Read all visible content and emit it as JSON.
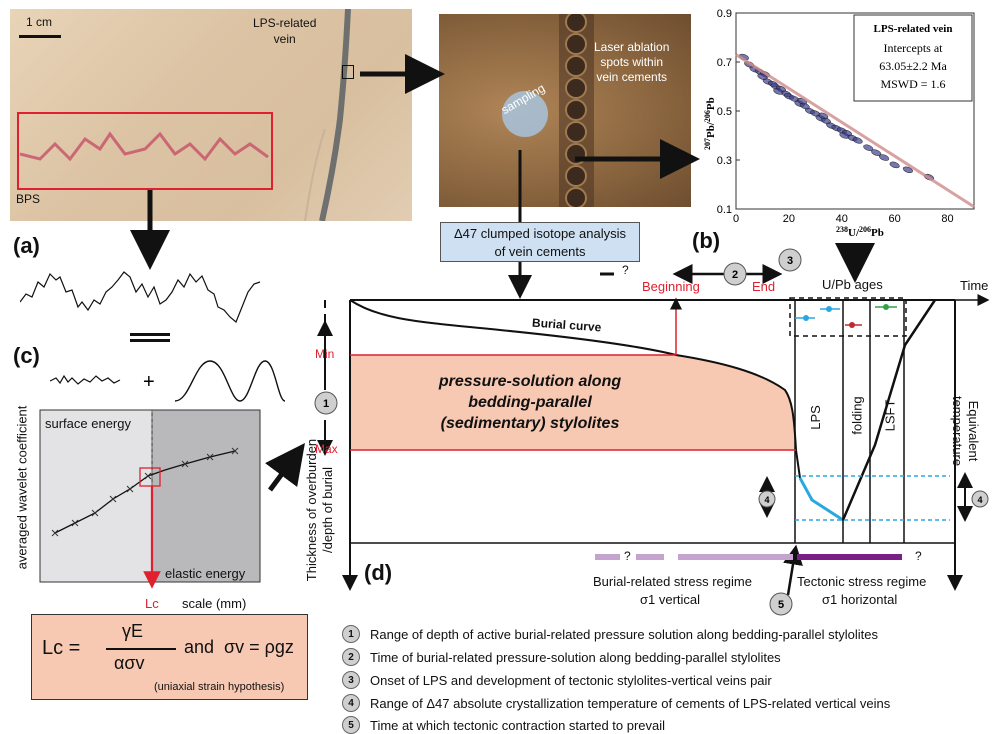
{
  "photos": {
    "hand_sample": {
      "scale_label": "1 cm",
      "vein_label": "LPS-related\nvein",
      "bps_label": "BPS"
    },
    "thin_section": {
      "spots_label": "Laser ablation\nspots within\nvein cements",
      "sampling_label": "sampling"
    }
  },
  "panel_labels": {
    "a": "(a)",
    "b": "(b)",
    "c": "(c)",
    "d": "(d)"
  },
  "upb_plot": {
    "title": "LPS-related vein",
    "line1": "Intercepts at",
    "line2": "63.05±2.2 Ma",
    "line3": "MSWD = 1.6",
    "ylabel": "207Pb/206Pb",
    "xlabel": "238U/206Pb",
    "yticks": [
      "0.9",
      "0.7",
      "0.5",
      "0.3",
      "0.1"
    ],
    "xticks": [
      "0",
      "20",
      "40",
      "60",
      "80"
    ],
    "intercept_y": 0.73,
    "slope_per_unit": -0.0069,
    "points": [
      [
        3,
        0.72
      ],
      [
        5,
        0.69
      ],
      [
        7,
        0.67
      ],
      [
        9,
        0.66
      ],
      [
        11,
        0.65
      ],
      [
        12,
        0.62
      ],
      [
        14,
        0.61
      ],
      [
        15,
        0.6
      ],
      [
        17,
        0.59
      ],
      [
        19,
        0.57
      ],
      [
        20,
        0.56
      ],
      [
        22,
        0.55
      ],
      [
        24,
        0.53
      ],
      [
        26,
        0.52
      ],
      [
        28,
        0.5
      ],
      [
        30,
        0.49
      ],
      [
        32,
        0.47
      ],
      [
        34,
        0.46
      ],
      [
        36,
        0.44
      ],
      [
        38,
        0.43
      ],
      [
        40,
        0.42
      ],
      [
        42,
        0.41
      ],
      [
        44,
        0.39
      ],
      [
        46,
        0.38
      ],
      [
        50,
        0.35
      ],
      [
        53,
        0.33
      ],
      [
        56,
        0.31
      ],
      [
        60,
        0.28
      ],
      [
        65,
        0.26
      ],
      [
        73,
        0.23
      ],
      [
        10,
        0.64
      ],
      [
        16,
        0.58
      ],
      [
        25,
        0.54
      ],
      [
        33,
        0.48
      ],
      [
        41,
        0.4
      ]
    ]
  },
  "clumped_box": "Δ47 clumped isotope analysis\nof vein cements",
  "upb_ages_label": "U/Pb ages",
  "panel_c": {
    "ylabel": "averaged wavelet coefficient",
    "xlabel": "scale (mm)",
    "surface_energy": "surface energy",
    "elastic_energy": "elastic energy",
    "lc_label": "Lc",
    "formula_lc": "Lc =",
    "formula_num": "γE",
    "formula_den": "ασv",
    "formula_and": "and",
    "formula_sigma": "σv = ρgz",
    "formula_note": "(uniaxial strain hypothesis)"
  },
  "panel_d": {
    "time_label": "Time",
    "beginning": "Beginning",
    "end": "End",
    "question": "?",
    "min": "Min",
    "max": "Max",
    "burial_curve": "Burial curve",
    "ps_text": "pressure-solution along\nbedding-parallel\n(sedimentary) stylolites",
    "lps": "LPS",
    "folding": "folding",
    "lsft": "LSFT",
    "equiv_temp": "Equivalent\ntemperature",
    "yaxis_label": "Thickness of overburden\n/depth of burial",
    "burial_regime": "Burial-related stress regime",
    "burial_sigma": "σ1 vertical",
    "tectonic_regime": "Tectonic stress regime",
    "tectonic_sigma": "σ1 horizontal",
    "markers": [
      "1",
      "2",
      "3",
      "4",
      "5"
    ]
  },
  "legend": [
    {
      "num": "1",
      "text": "Range of depth of active burial-related pressure solution along bedding-parallel stylolites"
    },
    {
      "num": "2",
      "text": "Time of burial-related pressure-solution along bedding-parallel stylolites"
    },
    {
      "num": "3",
      "text": "Onset of LPS and development of tectonic stylolites-vertical veins pair"
    },
    {
      "num": "4",
      "text": "Range of Δ47 absolute crystallization temperature of cements of LPS-related vertical veins"
    },
    {
      "num": "5",
      "text": "Time at which tectonic contraction started to prevail"
    }
  ],
  "colors": {
    "red": "#e0202e",
    "salmon": "#f7c9b3",
    "blue_box": "#cfe0f2",
    "cyan": "#29a8e0",
    "purple_light": "#c4a3cf",
    "purple_dark": "#7a1f86"
  }
}
